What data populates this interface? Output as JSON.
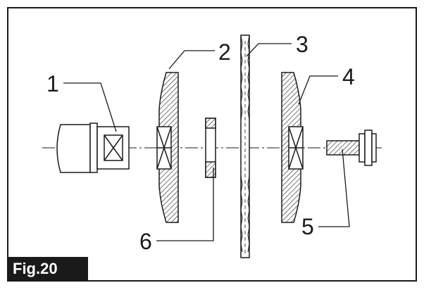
{
  "figure": {
    "label": "Fig.20"
  },
  "callouts": {
    "c1": "1",
    "c2": "2",
    "c3": "3",
    "c4": "4",
    "c5": "5",
    "c6": "6"
  }
}
